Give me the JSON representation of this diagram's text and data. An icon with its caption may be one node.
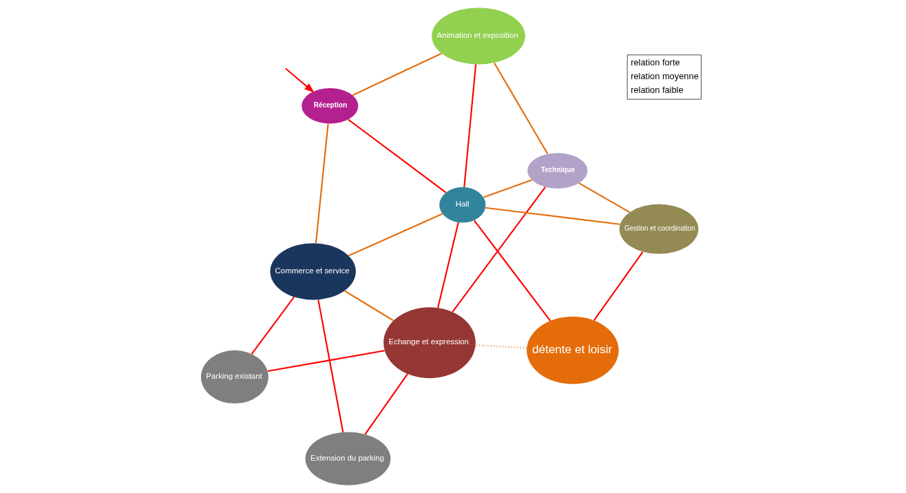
{
  "diagram": {
    "nodes": [
      {
        "text": [
          "Réception"
        ]
      },
      {
        "text": [
          "Animation et exposition"
        ]
      },
      {
        "text": [
          "Commerce et service"
        ]
      },
      {
        "text": [
          "Parking existant"
        ]
      },
      {
        "text": [
          "Technique"
        ]
      },
      {
        "text": [
          "Hall"
        ]
      },
      {
        "text": [
          "Extension du parking"
        ]
      },
      {
        "text": [
          "Echange et expression"
        ]
      },
      {
        "text": [
          "Gestion et coordination"
        ]
      },
      {
        "text": [
          "détente et loisir"
        ]
      }
    ],
    "edges": [
      {
        "from": null,
        "to": 0,
        "arrow": "to"
      },
      {
        "from": 1,
        "to": 0,
        "arrow": "none",
        "color": "#e46c0a"
      },
      {
        "from": 0,
        "to": 2,
        "arrow": "none",
        "color": "#e46c0a"
      },
      {
        "from": 0,
        "to": 5,
        "arrow": "none"
      },
      {
        "from": 1,
        "to": 5,
        "arrow": "none"
      },
      {
        "from": 1,
        "to": 4,
        "arrow": "none",
        "color": "#e46c0a"
      },
      {
        "from": 2,
        "to": 3,
        "arrow": "none"
      },
      {
        "from": 2,
        "to": 6,
        "arrow": "none"
      },
      {
        "from": 5,
        "to": 2,
        "arrow": "none",
        "color": "#e46c0a"
      },
      {
        "from": 2,
        "to": 7,
        "arrow": "none",
        "color": "#e46c0a"
      },
      {
        "from": 3,
        "to": 7,
        "arrow": "none"
      },
      {
        "from": 6,
        "to": 7,
        "arrow": "none"
      },
      {
        "from": 4,
        "to": 5,
        "arrow": "none",
        "color": "#e46c0a"
      },
      {
        "from": 4,
        "to": 7,
        "arrow": "none"
      },
      {
        "from": 4,
        "to": 8,
        "arrow": "none",
        "color": "#e46c0a"
      },
      {
        "from": 5,
        "to": 7,
        "arrow": "none"
      },
      {
        "from": 5,
        "to": 8,
        "arrow": "none",
        "color": "#e46c0a"
      },
      {
        "from": 5,
        "to": 9,
        "arrow": "none"
      },
      {
        "from": 8,
        "to": 9,
        "arrow": "none"
      },
      {
        "from": 9,
        "to": 7,
        "arrow": "none",
        "style": "dashed",
        "color": "#e46c0a"
      }
    ],
    "legend": [
      {
        "text": "relation forte"
      },
      {
        "text": "relation moyenne"
      },
      {
        "text": "relation faible"
      }
    ]
  }
}
